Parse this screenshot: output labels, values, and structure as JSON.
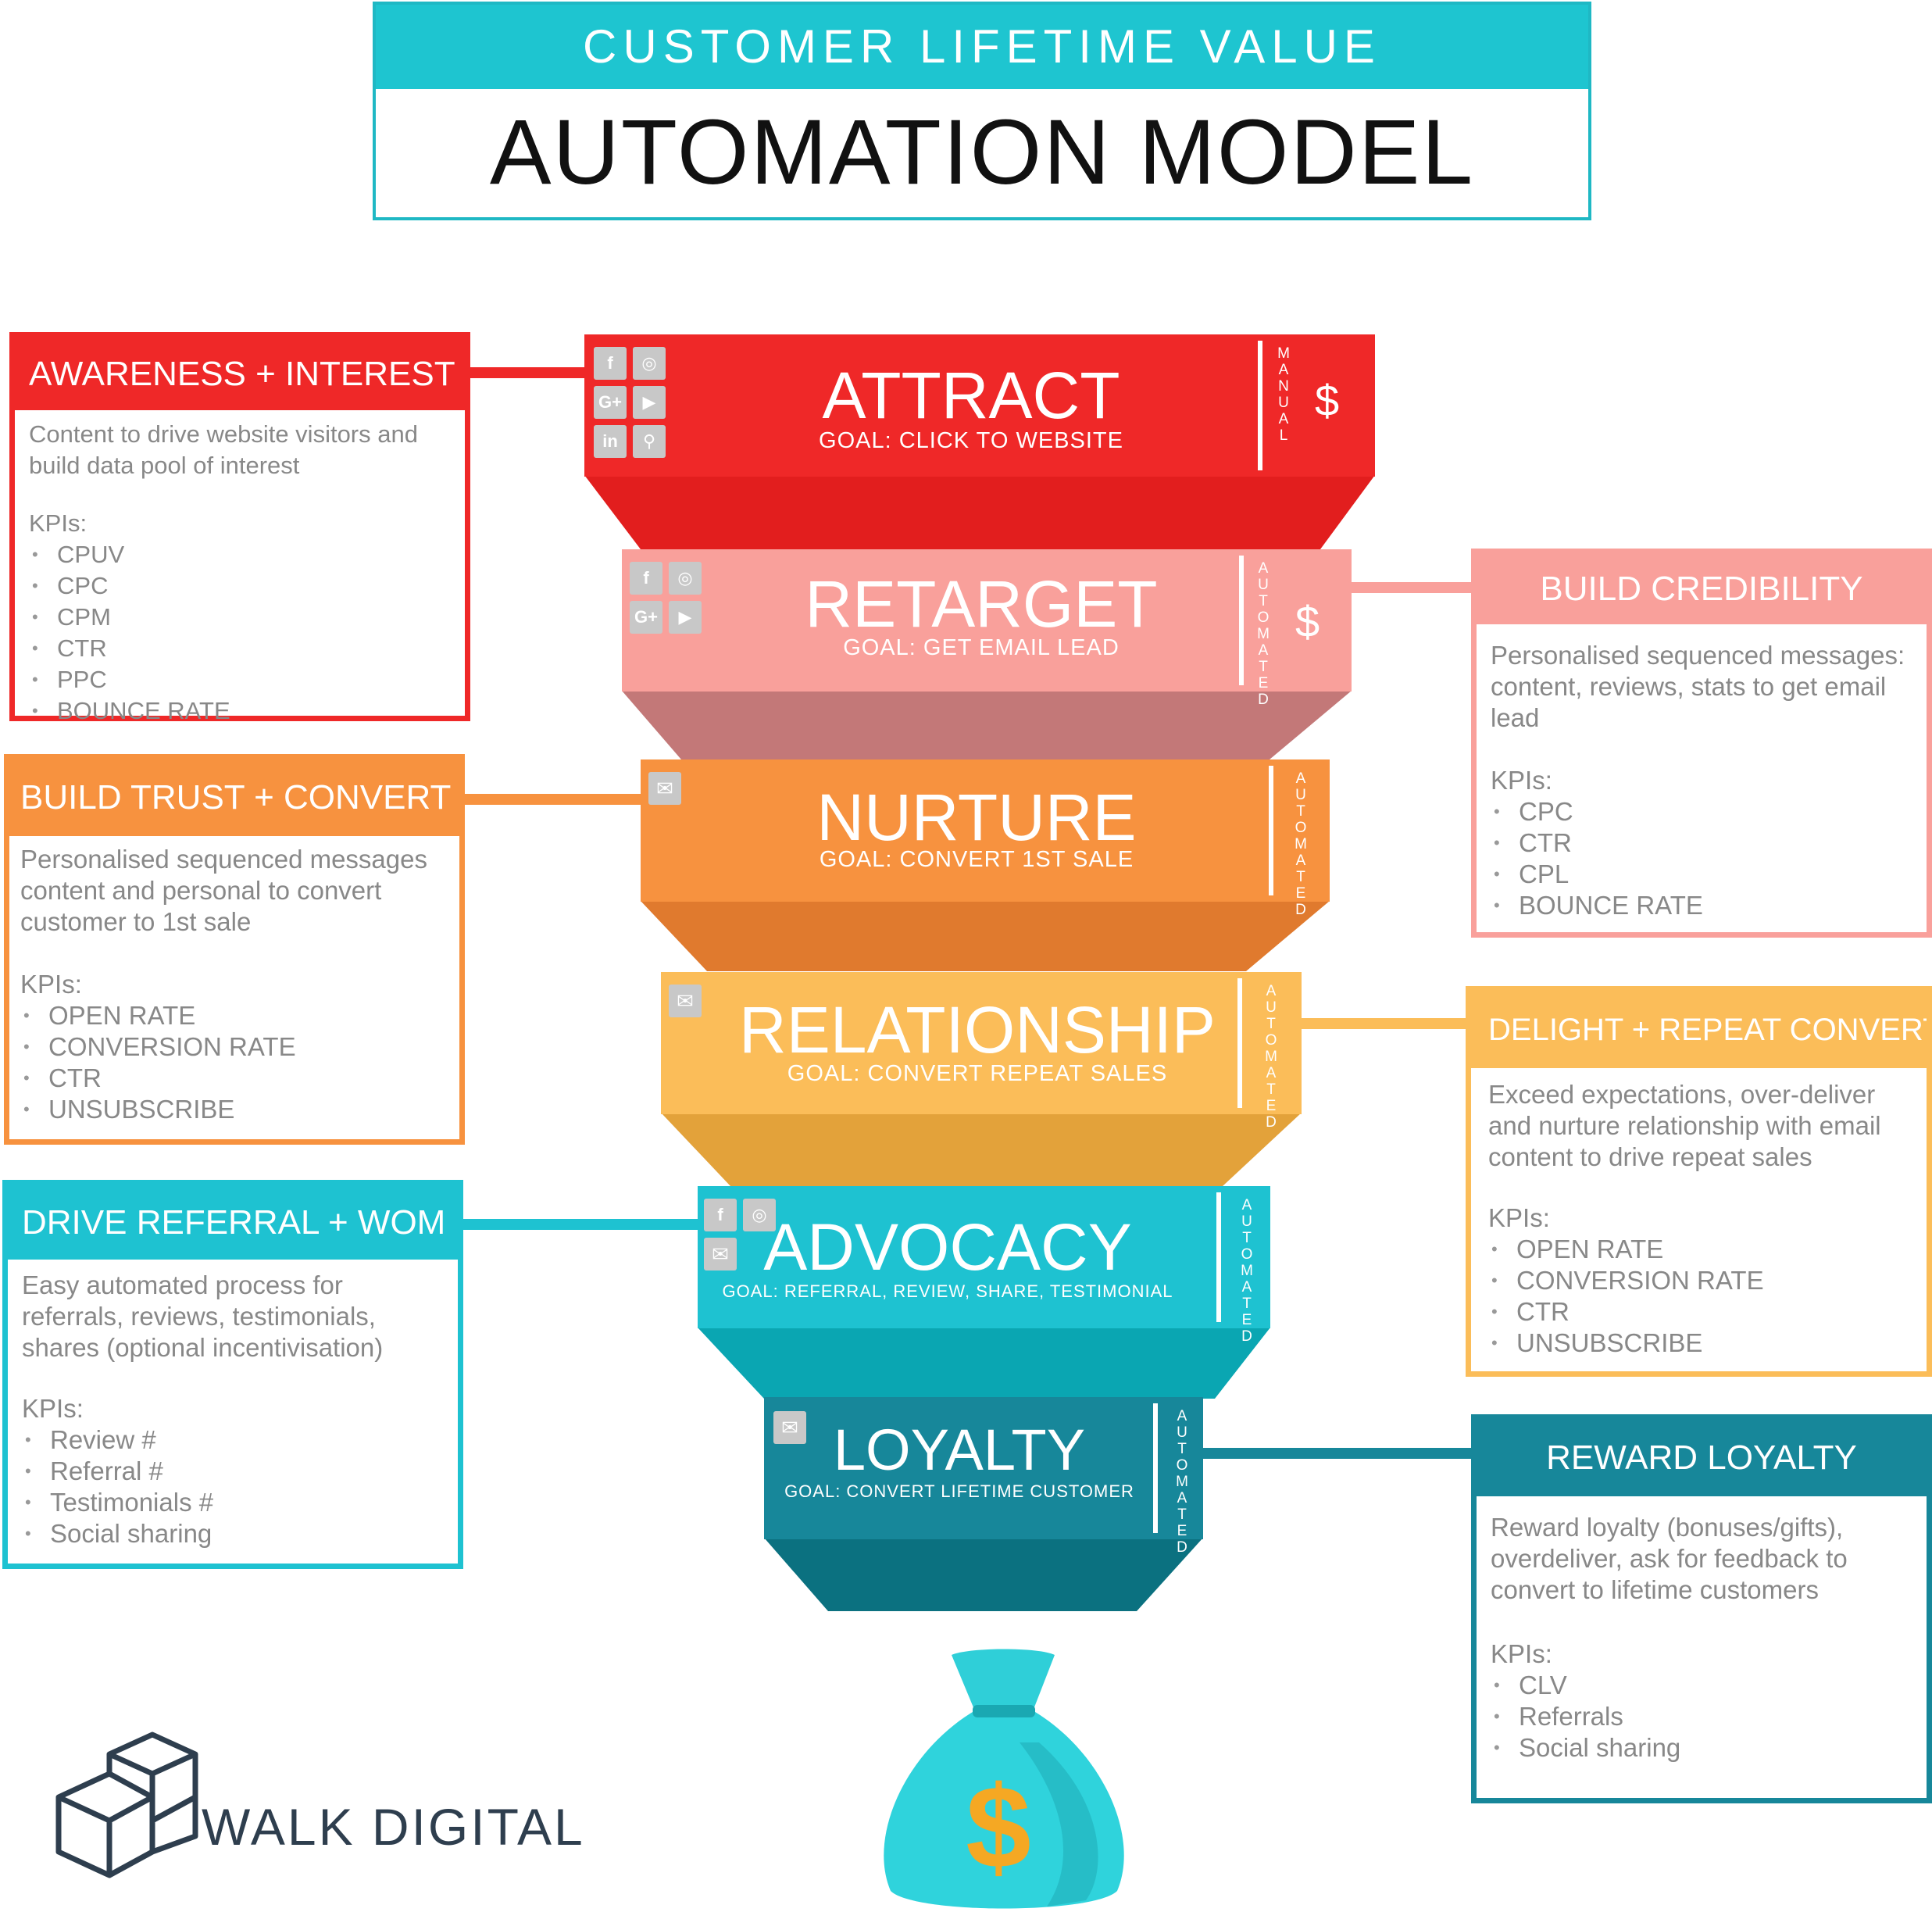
{
  "header": {
    "subtitle": "CUSTOMER LIFETIME VALUE",
    "title": "AUTOMATION MODEL"
  },
  "colors": {
    "red": "#ef2828",
    "pink": "#f9a09b",
    "orange": "#f7923f",
    "yellow": "#fbbd59",
    "teal": "#1ec2d1",
    "darkteal": "#17879a"
  },
  "stages": [
    {
      "name": "ATTRACT",
      "goal": "GOAL: CLICK TO WEBSITE",
      "mode": "MANUAL",
      "dollar": "$"
    },
    {
      "name": "RETARGET",
      "goal": "GOAL: GET EMAIL LEAD",
      "mode": "AUTOMATED",
      "dollar": "$"
    },
    {
      "name": "NURTURE",
      "goal": "GOAL: CONVERT 1ST SALE",
      "mode": "AUTOMATED"
    },
    {
      "name": "RELATIONSHIP",
      "goal": "GOAL: CONVERT REPEAT SALES",
      "mode": "AUTOMATED"
    },
    {
      "name": "ADVOCACY",
      "goal": "GOAL: REFERRAL, REVIEW, SHARE, TESTIMONIAL",
      "mode": "AUTOMATED"
    },
    {
      "name": "LOYALTY",
      "goal": "GOAL: CONVERT LIFETIME CUSTOMER",
      "mode": "AUTOMATED"
    }
  ],
  "icons": {
    "facebook": "f",
    "instagram": "◎",
    "googleplus": "G+",
    "youtube": "▶",
    "linkedin": "in",
    "search": "⚲",
    "mail": "✉"
  },
  "boxes": {
    "awareness": {
      "title": "AWARENESS + INTEREST",
      "body": "Content to drive website visitors and build data pool of interest",
      "kpi_label": "KPIs:",
      "kpis": [
        "CPUV",
        "CPC",
        "CPM",
        "CTR",
        "PPC",
        "BOUNCE RATE"
      ]
    },
    "credibility": {
      "title": "BUILD CREDIBILITY",
      "body": "Personalised sequenced messages: content, reviews, stats to get email lead",
      "kpi_label": "KPIs:",
      "kpis": [
        "CPC",
        "CTR",
        "CPL",
        "BOUNCE RATE"
      ]
    },
    "trust": {
      "title": "BUILD TRUST + CONVERT",
      "body": "Personalised sequenced messages content and personal to convert customer to 1st sale",
      "kpi_label": "KPIs:",
      "kpis": [
        "OPEN RATE",
        "CONVERSION RATE",
        "CTR",
        "UNSUBSCRIBE"
      ]
    },
    "delight": {
      "title": "DELIGHT + REPEAT CONVERT",
      "body": "Exceed expectations, over-deliver and nurture relationship with email content to drive repeat sales",
      "kpi_label": "KPIs:",
      "kpis": [
        "OPEN RATE",
        "CONVERSION RATE",
        "CTR",
        "UNSUBSCRIBE"
      ]
    },
    "referral": {
      "title": "DRIVE REFERRAL + WOM",
      "body": "Easy automated process for referrals, reviews, testimonials, shares (optional incentivisation)",
      "kpi_label": "KPIs:",
      "kpis": [
        "Review #",
        "Referral #",
        "Testimonials #",
        "Social sharing"
      ]
    },
    "reward": {
      "title": "REWARD LOYALTY",
      "body": "Reward loyalty (bonuses/gifts), overdeliver, ask for feedback to convert to lifetime customers",
      "kpi_label": "KPIs:",
      "kpis": [
        "CLV",
        "Referrals",
        "Social sharing"
      ]
    }
  },
  "bag": {
    "symbol": "$"
  },
  "logo": {
    "text": "WALK DIGITAL"
  }
}
